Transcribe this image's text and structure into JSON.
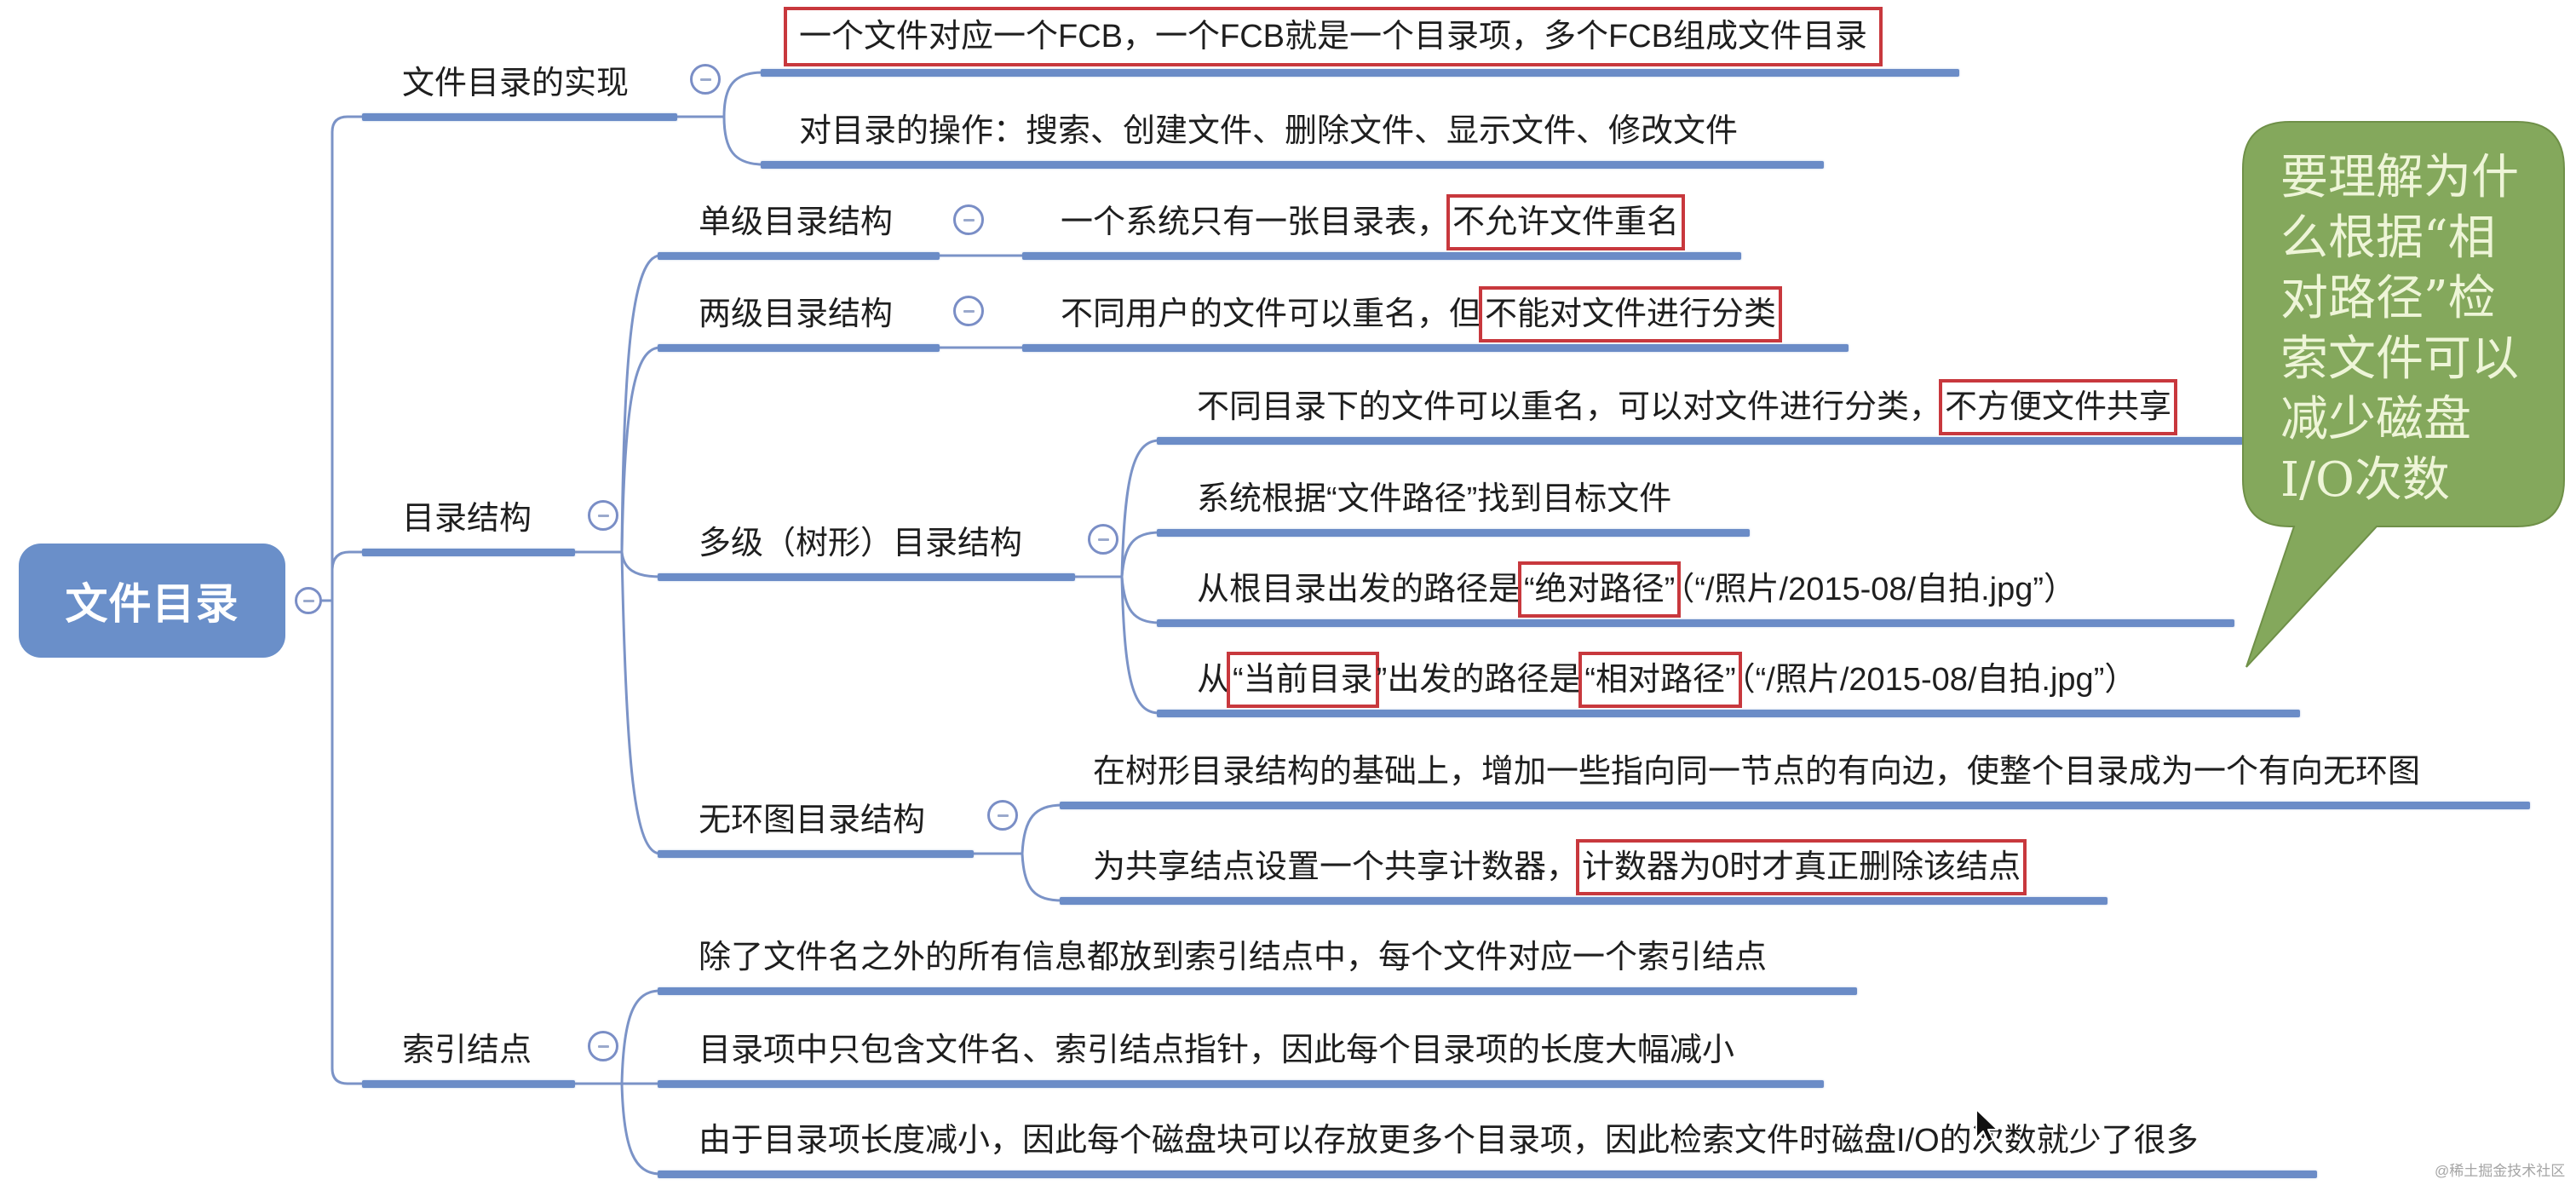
{
  "colors": {
    "branch_line": "#6b8cc7",
    "connector": "#7b93c7",
    "root_fill": "#6a8fc9",
    "highlight_border": "#c8383d",
    "callout_fill": "#84a85c",
    "callout_text": "#eef5d8",
    "text": "#1e1e1e"
  },
  "root": {
    "label": "文件目录",
    "toggle": "collapse"
  },
  "branches": [
    {
      "label": "文件目录的实现",
      "toggle": "collapse",
      "children": [
        {
          "parts": [
            {
              "text": "一个文件对应一个FCB，一个FCB就是一个目录项，多个FCB组成文件目录",
              "highlight": true
            }
          ]
        },
        {
          "parts": [
            {
              "text": "对目录的操作：搜索、创建文件、删除文件、显示文件、修改文件",
              "highlight": false
            }
          ]
        }
      ]
    },
    {
      "label": "目录结构",
      "toggle": "collapse",
      "children": [
        {
          "label": "单级目录结构",
          "toggle": "collapse",
          "children": [
            {
              "parts": [
                {
                  "text": "一个系统只有一张目录表，",
                  "highlight": false
                },
                {
                  "text": "不允许文件重名",
                  "highlight": true
                }
              ]
            }
          ]
        },
        {
          "label": "两级目录结构",
          "toggle": "collapse",
          "children": [
            {
              "parts": [
                {
                  "text": "不同用户的文件可以重名，但",
                  "highlight": false
                },
                {
                  "text": "不能对文件进行分类",
                  "highlight": true
                }
              ]
            }
          ]
        },
        {
          "label": "多级（树形）目录结构",
          "toggle": "collapse",
          "children": [
            {
              "parts": [
                {
                  "text": "不同目录下的文件可以重名，可以对文件进行分类，",
                  "highlight": false
                },
                {
                  "text": "不方便文件共享",
                  "highlight": true
                }
              ]
            },
            {
              "parts": [
                {
                  "text": "系统根据“文件路径”找到目标文件",
                  "highlight": false
                }
              ]
            },
            {
              "parts": [
                {
                  "text": "从根目录出发的路径是",
                  "highlight": false
                },
                {
                  "text": "“绝对路径”",
                  "highlight": true
                },
                {
                  "text": "（“/照片/2015-08/自拍.jpg”）",
                  "highlight": false
                }
              ]
            },
            {
              "parts": [
                {
                  "text": "从",
                  "highlight": false
                },
                {
                  "text": "“当前目录",
                  "highlight": true
                },
                {
                  "text": "”出发的路径是",
                  "highlight": false
                },
                {
                  "text": "“相对路径”",
                  "highlight": true
                },
                {
                  "text": "（“/照片/2015-08/自拍.jpg”）",
                  "highlight": false
                }
              ]
            }
          ]
        },
        {
          "label": "无环图目录结构",
          "toggle": "collapse",
          "children": [
            {
              "parts": [
                {
                  "text": "在树形目录结构的基础上，增加一些指向同一节点的有向边，使整个目录成为一个有向无环图",
                  "highlight": false
                }
              ]
            },
            {
              "parts": [
                {
                  "text": "为共享结点设置一个共享计数器，",
                  "highlight": false
                },
                {
                  "text": "计数器为0时才真正删除该结点",
                  "highlight": true
                }
              ]
            }
          ]
        }
      ]
    },
    {
      "label": "索引结点",
      "toggle": "collapse",
      "children": [
        {
          "parts": [
            {
              "text": "除了文件名之外的所有信息都放到索引结点中，每个文件对应一个索引结点",
              "highlight": false
            }
          ]
        },
        {
          "parts": [
            {
              "text": "目录项中只包含文件名、索引结点指针，因此每个目录项的长度大幅减小",
              "highlight": false
            }
          ]
        },
        {
          "parts": [
            {
              "text": "由于目录项长度减小，因此每个磁盘块可以存放更多个目录项，因此检索文件时磁盘I/O的次数就少了很多",
              "highlight": false
            }
          ]
        }
      ]
    }
  ],
  "callout": {
    "lines": [
      "要理解为什",
      "么根据“相",
      "对路径”检",
      "索文件可以",
      "减少磁盘",
      "I/O次数"
    ]
  },
  "watermark": "@稀土掘金技术社区",
  "cursor": {
    "icon": "mouse-pointer-icon"
  }
}
